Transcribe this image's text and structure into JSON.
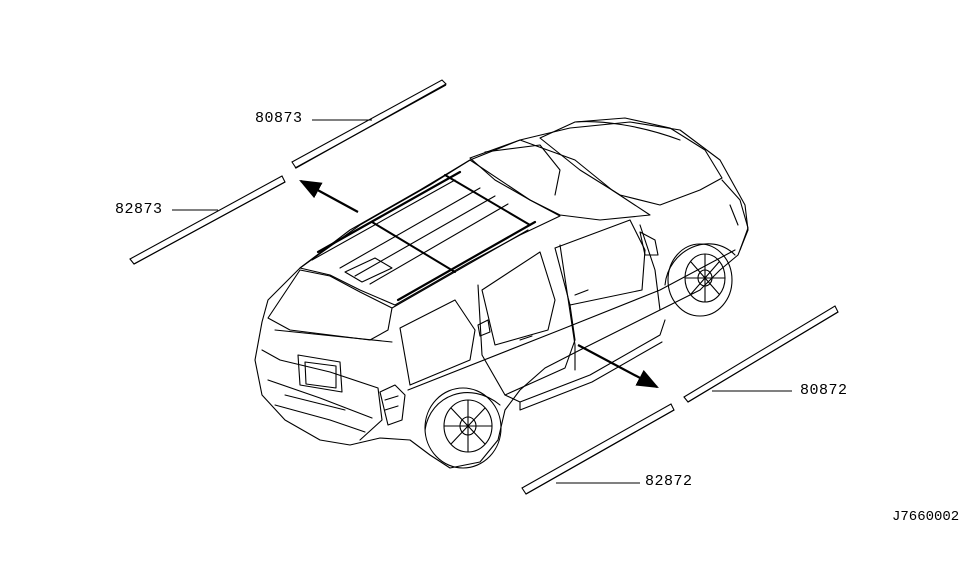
{
  "parts": [
    {
      "id": "80873",
      "label": "80873"
    },
    {
      "id": "82873",
      "label": "82873"
    },
    {
      "id": "80872",
      "label": "80872"
    },
    {
      "id": "82872",
      "label": "82872"
    }
  ],
  "reference_code": "J7660002",
  "colors": {
    "line": "#000000",
    "background": "#ffffff"
  }
}
